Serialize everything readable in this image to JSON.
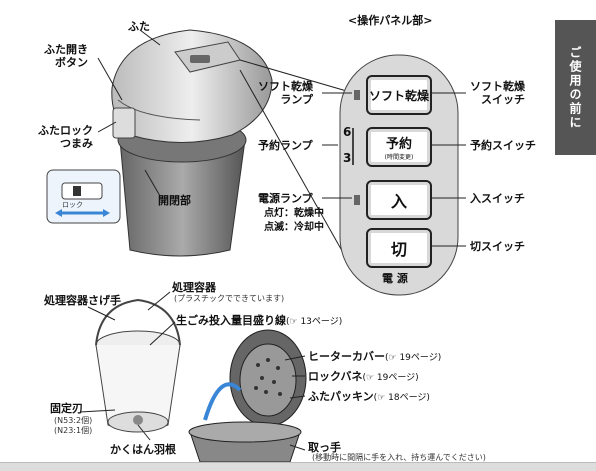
{
  "machine_labels": {
    "lid": "ふた",
    "lid_open_button": "ふた開き\nボタン",
    "lid_lock_knob": "ふたロック\nつまみ",
    "lock_slider": "ロック",
    "opening": "開閉部"
  },
  "panel": {
    "title": "<操作パネル部>",
    "soft_dry_button": "ソフト乾燥",
    "reserve_button": "予約",
    "reserve_sub": "(時間変更)",
    "on_button": "入",
    "off_button": "切",
    "power_label": "電 源",
    "timer_6": "6",
    "timer_3": "3"
  },
  "panel_labels": {
    "soft_dry_lamp": "ソフト乾燥\nランプ",
    "reserve_lamp": "予約ランプ",
    "power_lamp": "電源ランプ",
    "lit_status": "点灯：乾燥中",
    "blink_status": "点滅：冷却中",
    "soft_dry_switch": "ソフト乾燥\nスイッチ",
    "reserve_switch": "予約スイッチ",
    "on_switch": "入スイッチ",
    "off_switch": "切スイッチ"
  },
  "side_tab": "ご使用の前に",
  "container_labels": {
    "handle": "処理容器さげ手",
    "container": "処理容器",
    "container_note": "(プラスチックでできています)",
    "fill_line": "生ごみ投入量目盛り線",
    "fill_line_ref": "(☞ 13ページ)",
    "fixed_blade": "固定刃",
    "blade_n53": "(N53:2個)",
    "blade_n23": "(N23:1個)",
    "stir_blade": "かくはん羽根",
    "heater_cover": "ヒーターカバー",
    "heater_cover_ref": "(☞ 19ページ)",
    "lock_spring": "ロックバネ",
    "lock_spring_ref": "(☞ 19ページ)",
    "lid_packing": "ふたパッキン",
    "lid_packing_ref": "(☞ 18ページ)",
    "grip": "取っ手",
    "grip_note": "(移動時に間隔に手を入れ、持ち運んでください)"
  }
}
